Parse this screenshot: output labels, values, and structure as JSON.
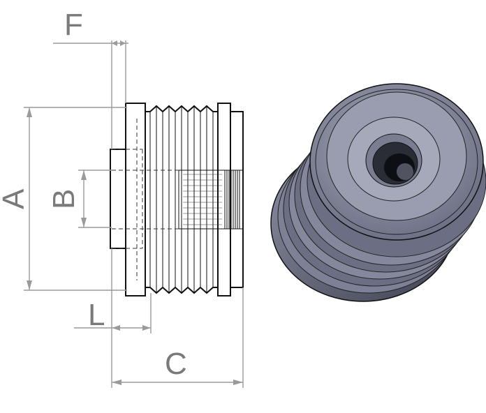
{
  "dimensions": {
    "A": "A",
    "B": "B",
    "C": "C",
    "F": "F",
    "L": "L"
  },
  "colors": {
    "dimension_line": "#9a9a9a",
    "dimension_text": "#7a7a7a",
    "outline": "#111111",
    "pulley_face": "#8c8fa3",
    "pulley_shadow": "#4f5263"
  }
}
